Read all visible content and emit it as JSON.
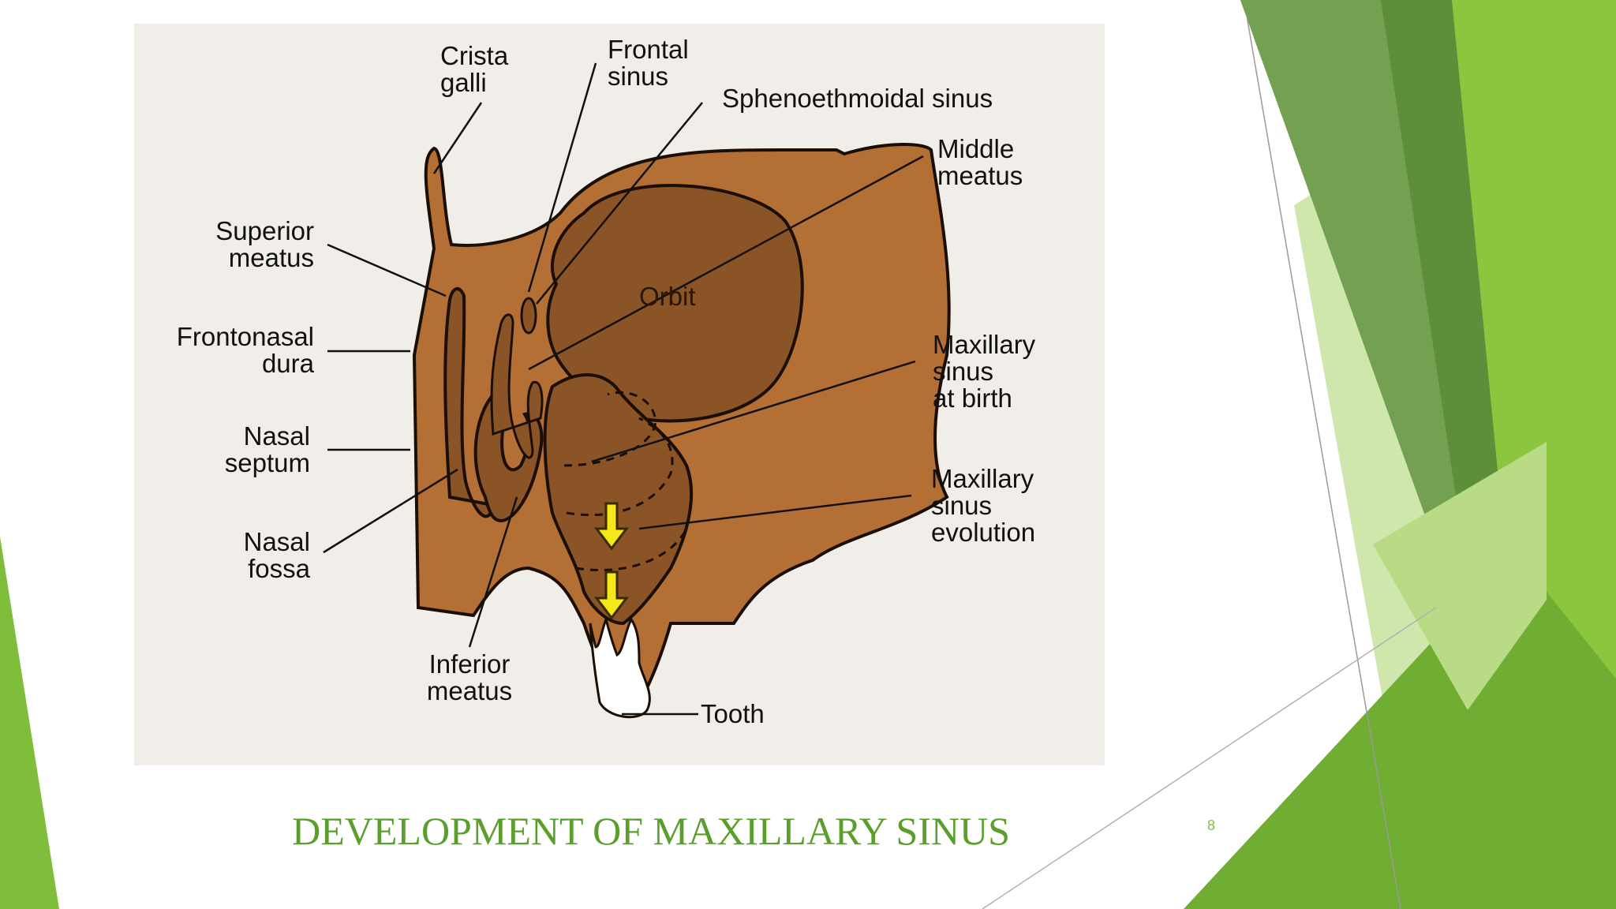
{
  "slide": {
    "title": "DEVELOPMENT OF MAXILLARY SINUS",
    "number": "8"
  },
  "diagram": {
    "labels": {
      "crista_galli": "Crista\ngalli",
      "frontal_sinus": "Frontal\nsinus",
      "sphenoethmoidal_sinus": "Sphenoethmoidal sinus",
      "middle_meatus": "Middle\nmeatus",
      "superior_meatus": "Superior\nmeatus",
      "orbit": "Orbit",
      "frontonasal_dura": "Frontonasal\ndura",
      "maxillary_sinus_birth": "Maxillary\nsinus\nat birth",
      "nasal_septum": "Nasal\nseptum",
      "maxillary_sinus_evolution": "Maxillary\nsinus\nevolution",
      "nasal_fossa": "Nasal\nfossa",
      "inferior_meatus": "Inferior\nmeatus",
      "tooth": "Tooth"
    }
  },
  "colors": {
    "bone": "#b46f34",
    "cavity": "#8a5426",
    "arrow": "#f4e81a",
    "title": "#5a9e2b",
    "green_dark": "#4f8a2a",
    "green_mid": "#73ad3b",
    "green_light": "#9acd4a"
  }
}
